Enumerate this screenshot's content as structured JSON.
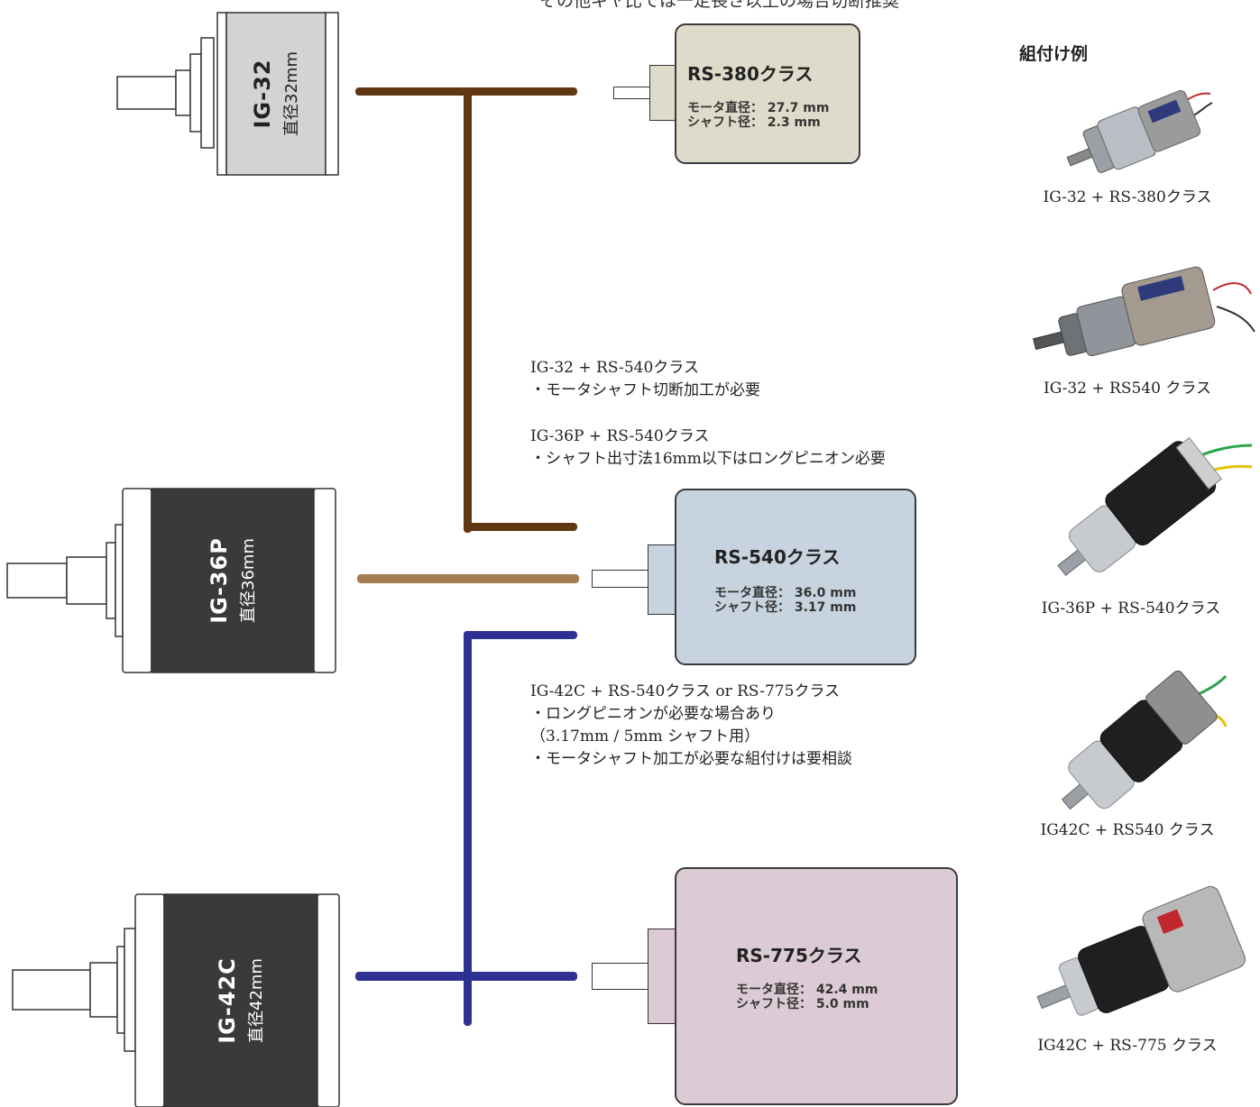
{
  "top_note": "その他ギヤ比では一定長さ以上の場合切断推奨",
  "gearheads": [
    {
      "model": "IG-32",
      "diameter": "直径32mm"
    },
    {
      "model": "IG-36P",
      "diameter": "直径36mm"
    },
    {
      "model": "IG-42C",
      "diameter": "直径42mm"
    }
  ],
  "motors": [
    {
      "title": "RS-380クラス",
      "spec1": "モータ直径： 27.7 mm",
      "spec2": "シャフト径： 2.3 mm",
      "color": "#dfdbcb"
    },
    {
      "title": "RS-540クラス",
      "spec1": "モータ直径： 36.0 mm",
      "spec2": "シャフト径： 3.17 mm",
      "color": "#c7d4df"
    },
    {
      "title": "RS-775クラス",
      "spec1": "モータ直径： 42.4 mm",
      "spec2": "シャフト径： 5.0 mm",
      "color": "#dccbd4"
    }
  ],
  "line_colors": {
    "ig32": "#603813",
    "ig36p": "#a67c52",
    "ig42c": "#2e3192"
  },
  "notes": {
    "ig32_540": [
      "IG-32 + RS-540クラス",
      "・モータシャフト切断加工が必要"
    ],
    "ig36p_540": [
      "IG-36P + RS-540クラス",
      "・シャフト出寸法16mm以下はロングピニオン必要"
    ],
    "ig42c": [
      "IG-42C + RS-540クラス or RS-775クラス",
      "・ロングピニオンが必要な場合あり",
      "（3.17mm / 5mm シャフト用）",
      "・モータシャフト加工が必要な組付けは要相談"
    ]
  },
  "examples": {
    "title": "組付け例",
    "items": [
      {
        "caption": "IG-32 + RS-380クラス"
      },
      {
        "caption": "IG-32 + RS540 クラス"
      },
      {
        "caption": "IG-36P + RS-540クラス"
      },
      {
        "caption": "IG42C + RS540 クラス"
      },
      {
        "caption": "IG42C + RS-775 クラス"
      }
    ]
  }
}
